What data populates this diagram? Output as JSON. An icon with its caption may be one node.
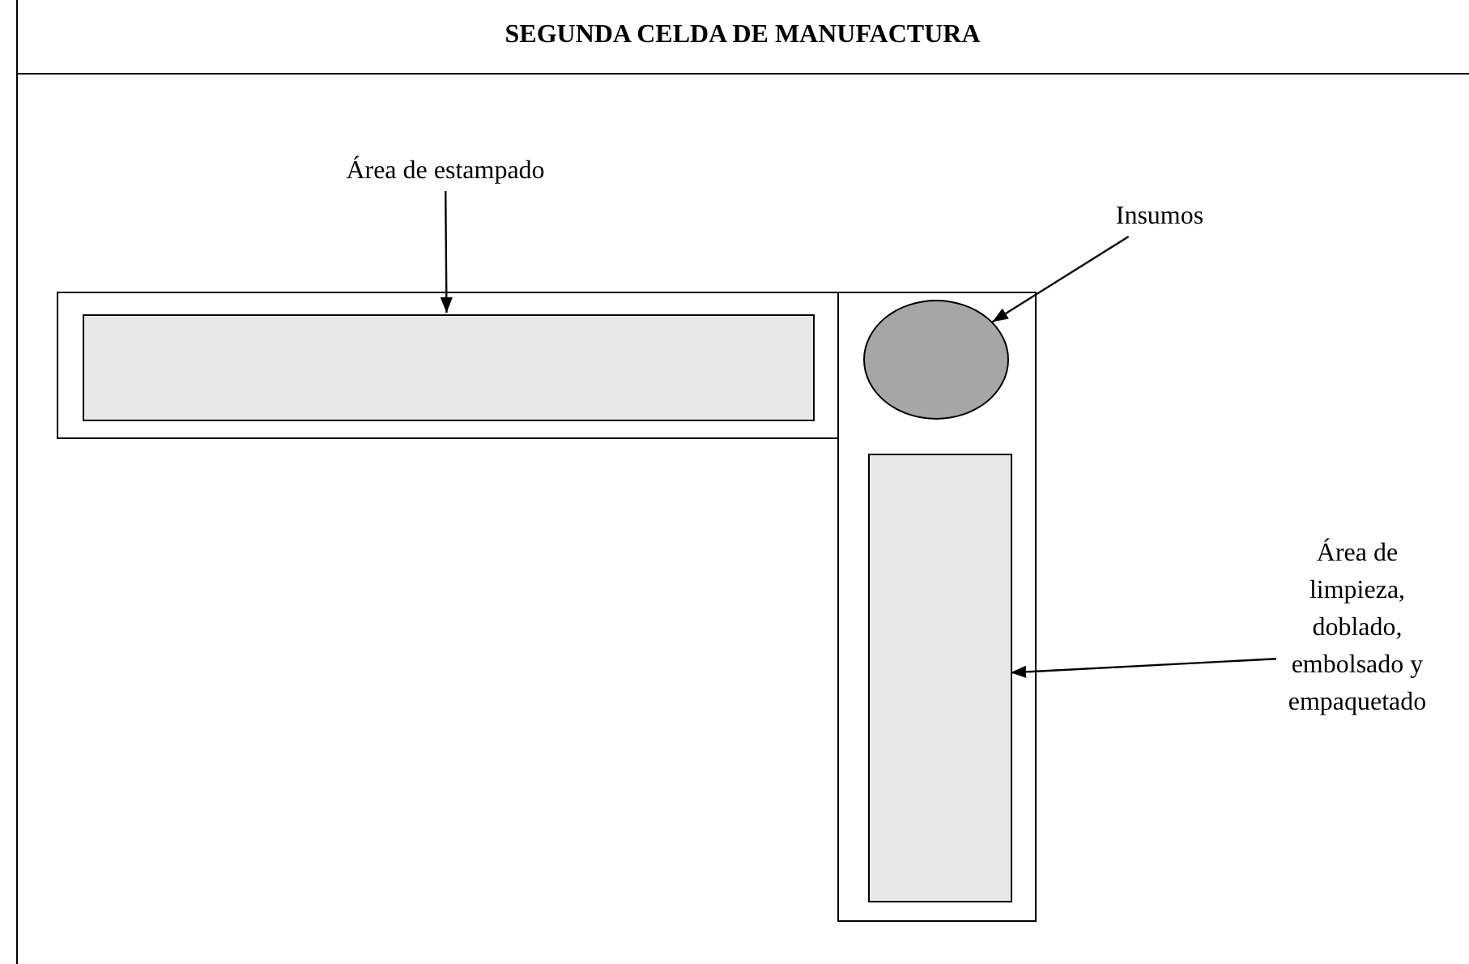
{
  "diagram": {
    "title": "SEGUNDA CELDA DE MANUFACTURA",
    "nodes": [
      {
        "text": [
          "Área de estampado"
        ]
      },
      {
        "text": [],
        "shape": "box"
      },
      {
        "text": [],
        "shape": "box",
        "in": 1
      },
      {
        "text": [
          "Insumos"
        ]
      },
      {
        "text": [],
        "shape": "box"
      },
      {
        "text": [],
        "shape": "circle",
        "in": 4
      },
      {
        "text": [],
        "shape": "box",
        "in": 4
      },
      {
        "text": [
          "Área de limpieza, doblado, embolsado y empaquetado"
        ]
      }
    ],
    "edges": [
      {
        "from": 0,
        "to": 2,
        "arrow": "to"
      },
      {
        "from": 3,
        "to": 5,
        "arrow": "to"
      },
      {
        "from": 7,
        "to": 6,
        "arrow": "to"
      }
    ]
  }
}
